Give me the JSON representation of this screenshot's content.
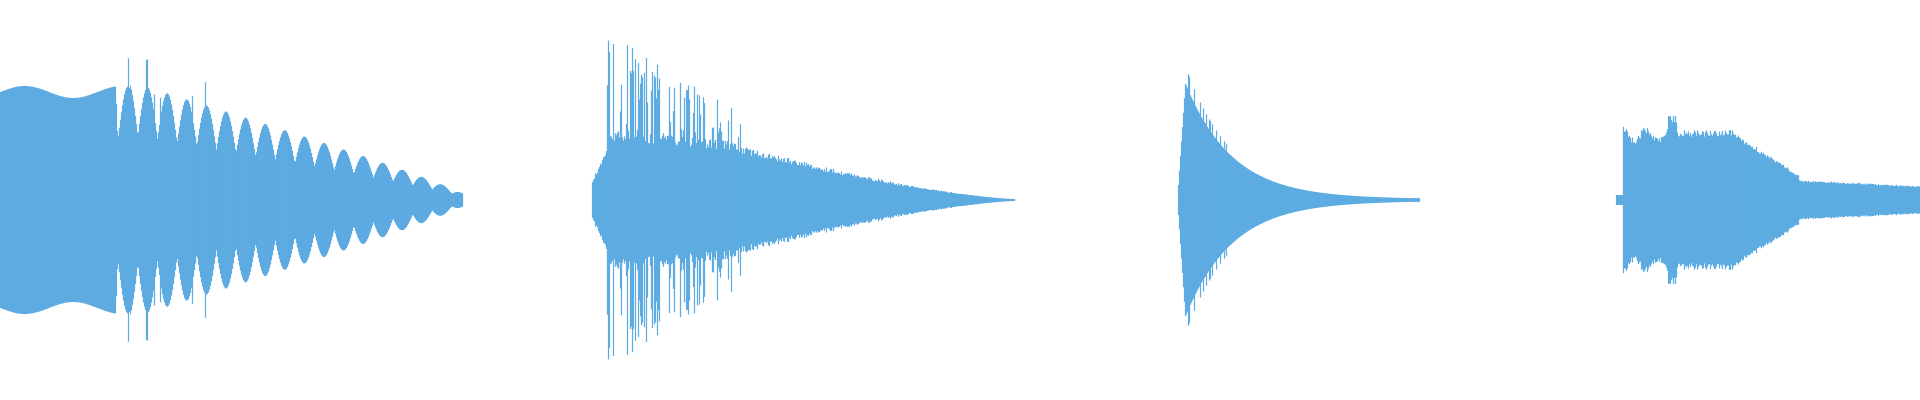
{
  "waveform": {
    "color": "#5dabe1",
    "background": "#ffffff",
    "clips": [
      {
        "shape": "sustain-flutter"
      },
      {
        "shape": "spiky-decay"
      },
      {
        "shape": "sharp-decay"
      },
      {
        "shape": "plateau-tail"
      }
    ]
  }
}
